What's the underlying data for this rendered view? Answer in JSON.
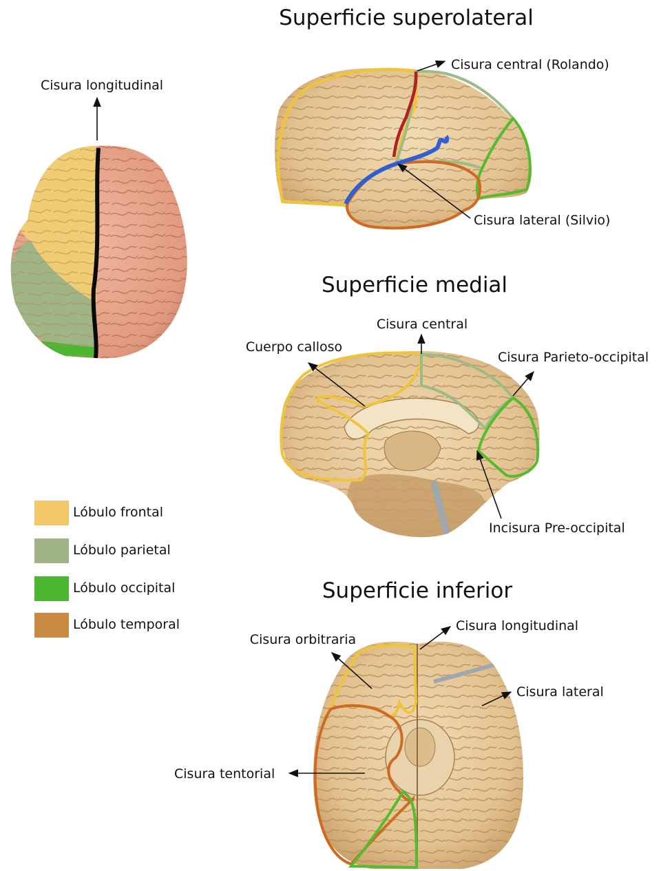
{
  "titles": {
    "superolateral": "Superficie superolateral",
    "medial": "Superficie medial",
    "inferior": "Superficie inferior"
  },
  "labels": {
    "cisura_longitudinal_top": "Cisura longitudinal",
    "cisura_central_rolando": "Cisura central (Rolando)",
    "cisura_lateral_silvio": "Cisura lateral (Silvio)",
    "cisura_central": "Cisura central",
    "cuerpo_calloso": "Cuerpo calloso",
    "cisura_parieto_occipital": "Cisura Parieto-occipital",
    "incisura_pre_occipital": "Incisura Pre-occipital",
    "cisura_orbitraria": "Cisura orbitraria",
    "cisura_longitudinal_inferior": "Cisura longitudinal",
    "cisura_lateral": "Cisura lateral",
    "cisura_tentorial": "Cisura tentorial"
  },
  "legend": [
    {
      "label": "Lóbulo frontal",
      "color": "#f2c86a"
    },
    {
      "label": "Lóbulo parietal",
      "color": "#9fb585"
    },
    {
      "label": "Lóbulo occipital",
      "color": "#4cb631"
    },
    {
      "label": "Lóbulo temporal",
      "color": "#c98a41"
    }
  ],
  "colors": {
    "frontal_outline": "#eec43d",
    "parietal_outline": "#9cbb86",
    "occipital_outline": "#56bb2f",
    "temporal_outline": "#cf6a22",
    "central_fissure": "#b32020",
    "lateral_fissure": "#2f5fd0",
    "brain_tan": "#e6c99a",
    "brain_pink": "#e3a287"
  }
}
